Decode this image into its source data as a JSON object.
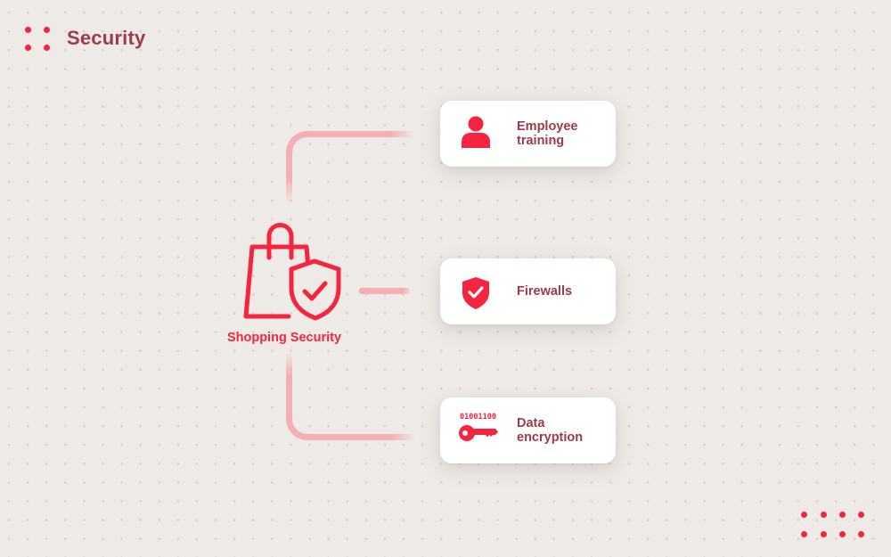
{
  "header": {
    "title": "Security",
    "logo_icon": "four-dots-icon"
  },
  "hub": {
    "label": "Shopping Security",
    "icon": "shopping-bag-shield-icon"
  },
  "items": [
    {
      "label": "Employee\ntraining",
      "icon": "person-icon"
    },
    {
      "label": "Firewalls",
      "icon": "shield-check-icon"
    },
    {
      "label": "Data\nencryption",
      "icon": "key-icon",
      "binary_text": "01001100"
    }
  ],
  "decoration": {
    "corner_icon": "dot-grid-icon"
  },
  "colors": {
    "background": "#EEEBE7",
    "accent": "#F5253F",
    "text": "#9E3A4A",
    "connector": "#F3AEB6",
    "card": "#FFFFFF"
  }
}
